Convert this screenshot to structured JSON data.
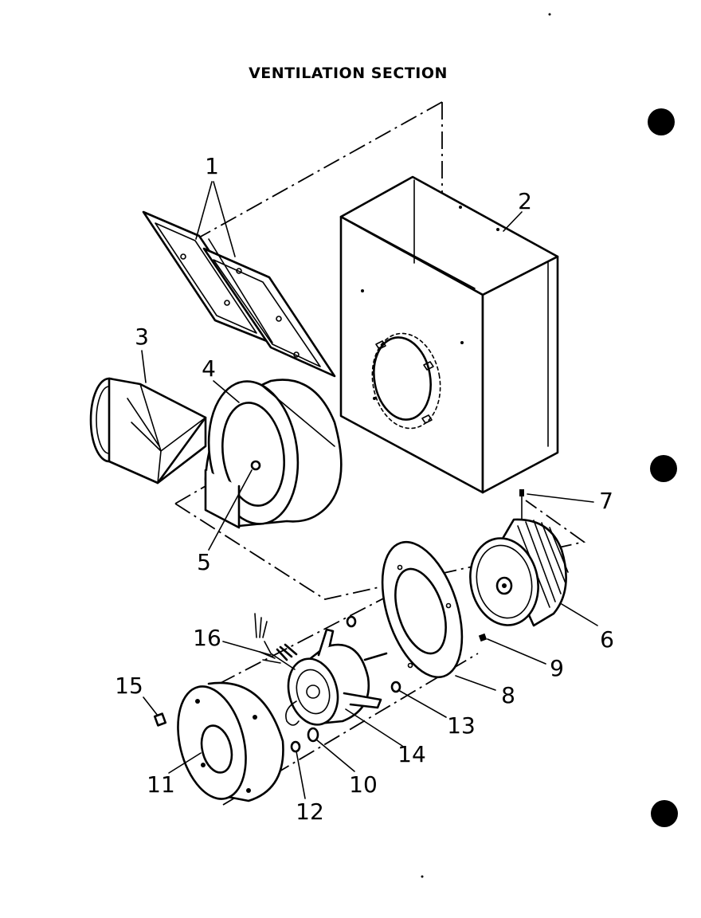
{
  "title": "VENTILATION SECTION",
  "parts": [
    {
      "id": "1",
      "label": "1"
    },
    {
      "id": "2",
      "label": "2"
    },
    {
      "id": "3",
      "label": "3"
    },
    {
      "id": "4",
      "label": "4"
    },
    {
      "id": "5",
      "label": "5"
    },
    {
      "id": "6",
      "label": "6"
    },
    {
      "id": "7",
      "label": "7"
    },
    {
      "id": "8",
      "label": "8"
    },
    {
      "id": "9",
      "label": "9"
    },
    {
      "id": "10",
      "label": "10"
    },
    {
      "id": "11",
      "label": "11"
    },
    {
      "id": "12",
      "label": "12"
    },
    {
      "id": "13",
      "label": "13"
    },
    {
      "id": "14",
      "label": "14"
    },
    {
      "id": "15",
      "label": "15"
    },
    {
      "id": "16",
      "label": "16"
    }
  ]
}
